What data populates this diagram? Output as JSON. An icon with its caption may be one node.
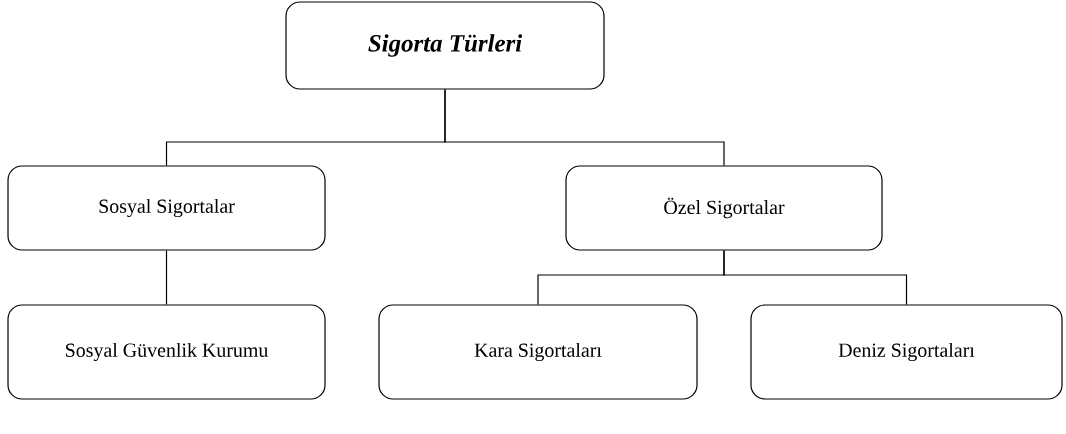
{
  "diagram": {
    "nodes": [
      {
        "text": [
          "Sigorta Türleri"
        ]
      },
      {
        "text": [
          "Sosyal Sigortalar"
        ]
      },
      {
        "text": [
          "Özel Sigortalar"
        ]
      },
      {
        "text": [
          "Sosyal Güvenlik Kurumu"
        ]
      },
      {
        "text": [
          "Kara Sigortaları"
        ]
      },
      {
        "text": [
          "Deniz Sigortaları"
        ]
      }
    ],
    "edges": [
      {
        "from": 0,
        "to": 1,
        "arrow": "none"
      },
      {
        "from": 0,
        "to": 2,
        "arrow": "none"
      },
      {
        "from": 1,
        "to": 3,
        "arrow": "none"
      },
      {
        "from": 2,
        "to": 4,
        "arrow": "none"
      },
      {
        "from": 2,
        "to": 5,
        "arrow": "none"
      }
    ]
  }
}
